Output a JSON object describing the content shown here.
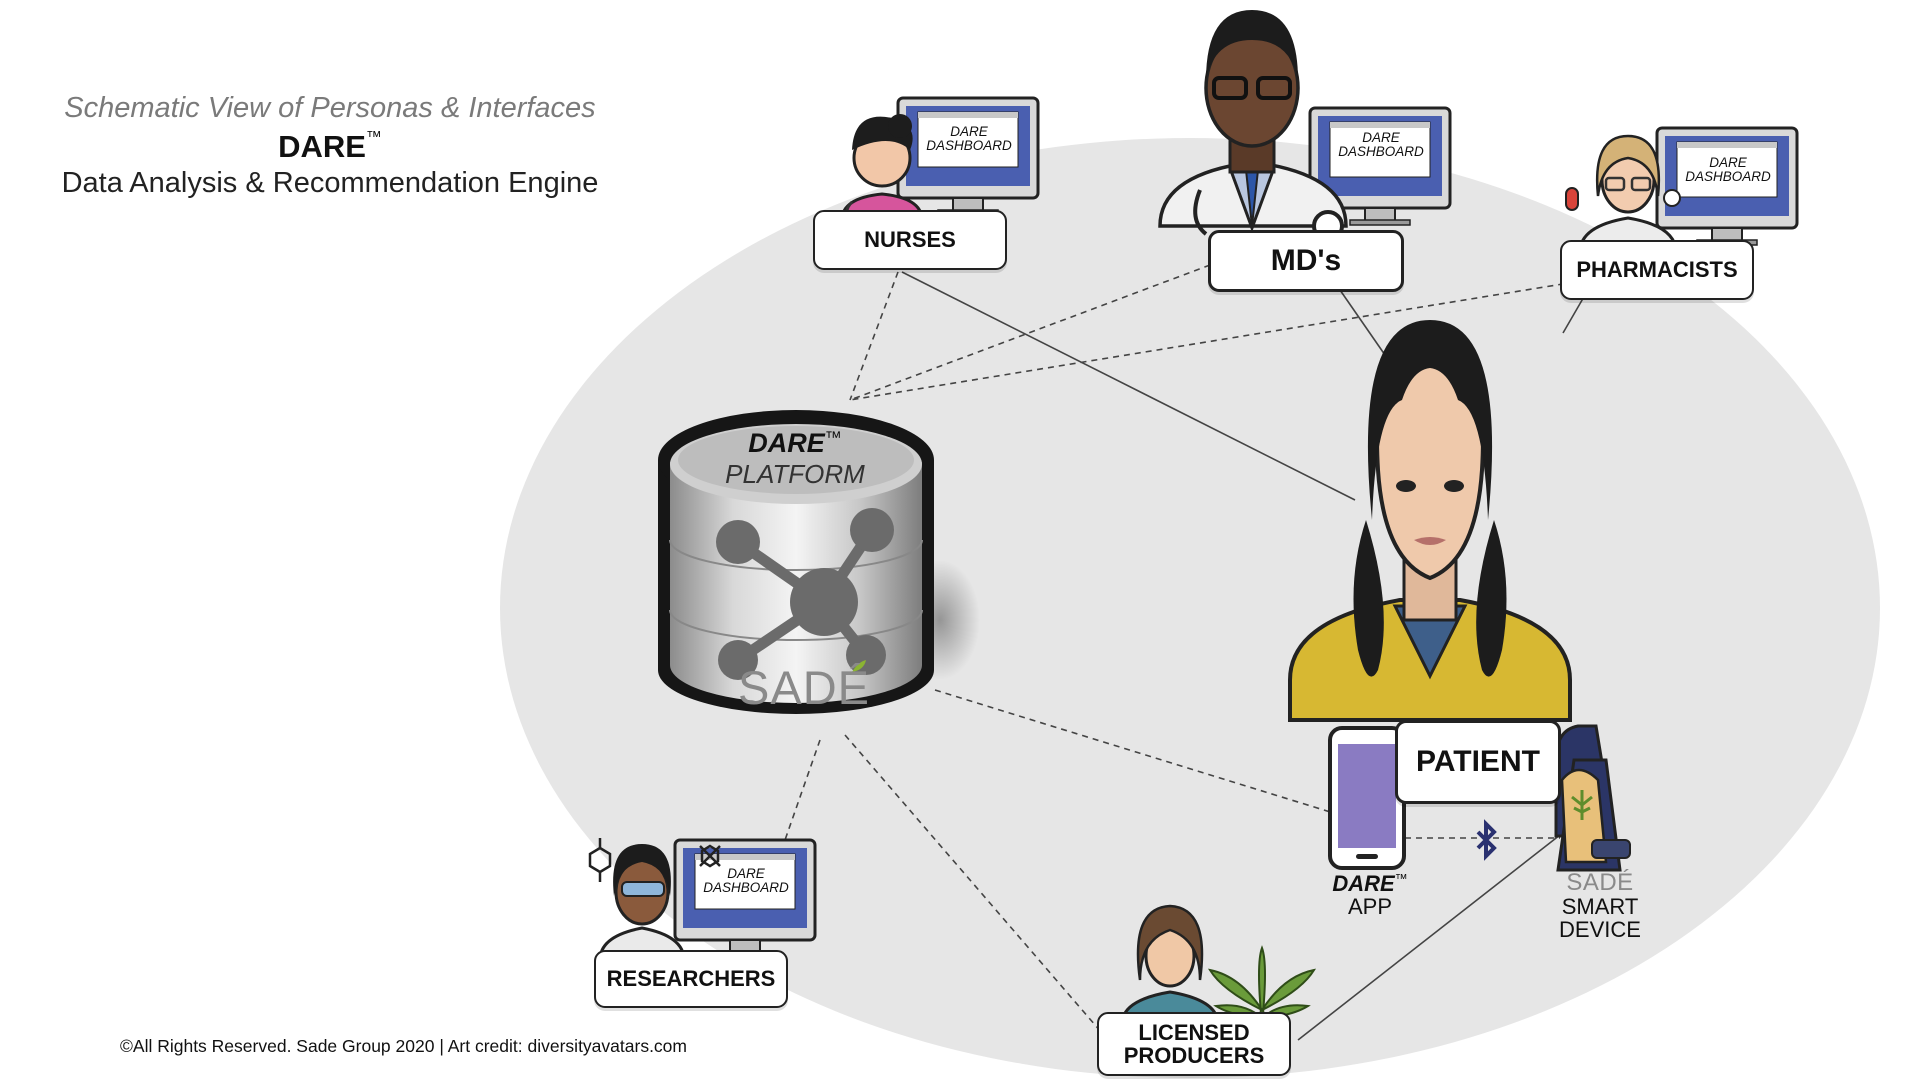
{
  "header": {
    "subtitle": "Schematic View of Personas & Interfaces",
    "title": "DARE",
    "trademark": "™",
    "description": "Data Analysis & Recommendation Engine"
  },
  "footer": "©All Rights Reserved. Sade Group 2020 | Art credit: diversityavatars.com",
  "dashboard_screen": {
    "line1": "DARE",
    "line2": "DASHBOARD"
  },
  "personas": {
    "nurses": "NURSES",
    "mds": "MD's",
    "pharmacists": "PHARMACISTS",
    "patient": "PATIENT",
    "researchers": "RESEARCHERS",
    "licensed_line1": "LICENSED",
    "licensed_line2": "PRODUCERS"
  },
  "platform": {
    "name": "DARE",
    "trademark": "™",
    "label": "PLATFORM",
    "brand": "SADÉ"
  },
  "app": {
    "name": "DARE",
    "trademark": "™",
    "label": "APP"
  },
  "device": {
    "brand": "SADÉ",
    "line1": "SMART",
    "line2": "DEVICE"
  },
  "colors": {
    "ellipse": "#e6e6e6",
    "outline": "#222222",
    "monitor_screen": "#4a5fb0",
    "phone_screen": "#8a7bc2",
    "nurse_scrubs": "#d6559c",
    "patient_shirt": "#d7b832",
    "bluetooth": "#2a3170",
    "cannabis": "#6a9b3a"
  }
}
